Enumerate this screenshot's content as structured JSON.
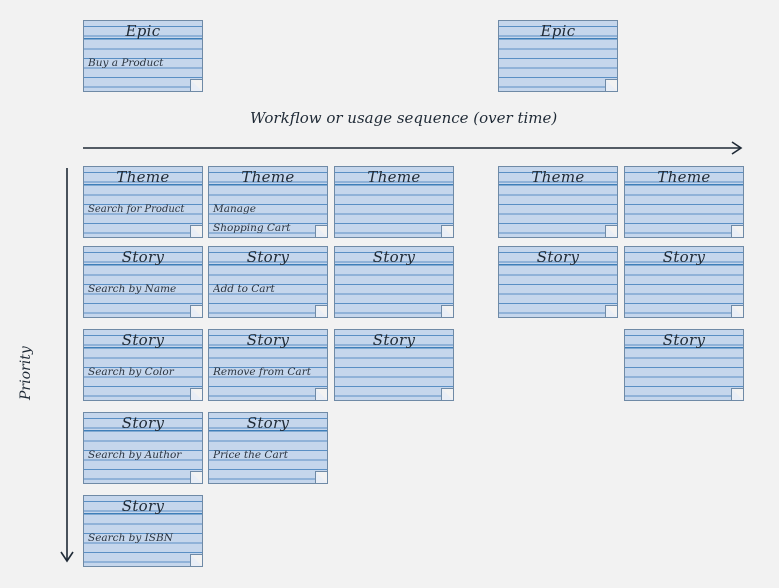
{
  "diagram": {
    "workflow_label": "Workflow or usage sequence (over time)",
    "priority_label": "Priority",
    "epics": [
      {
        "title": "Epic",
        "text": "Buy a Product"
      },
      {
        "title": "Epic",
        "text": ""
      }
    ],
    "themes": [
      {
        "title": "Theme",
        "text": "Search for Product"
      },
      {
        "title": "Theme",
        "text": "Manage Shopping Cart"
      },
      {
        "title": "Theme",
        "text": ""
      },
      {
        "title": "Theme",
        "text": ""
      },
      {
        "title": "Theme",
        "text": ""
      }
    ],
    "stories": [
      {
        "title": "Story",
        "text": "Search by Name"
      },
      {
        "title": "Story",
        "text": "Add to Cart"
      },
      {
        "title": "Story",
        "text": ""
      },
      {
        "title": "Story",
        "text": ""
      },
      {
        "title": "Story",
        "text": ""
      },
      {
        "title": "Story",
        "text": "Search by Color"
      },
      {
        "title": "Story",
        "text": "Remove from Cart"
      },
      {
        "title": "Story",
        "text": ""
      },
      {
        "title": "Story",
        "text": ""
      },
      {
        "title": "Story",
        "text": "Search by Author"
      },
      {
        "title": "Story",
        "text": "Price the Cart"
      },
      {
        "title": "Story",
        "text": "Search by ISBN"
      }
    ]
  }
}
